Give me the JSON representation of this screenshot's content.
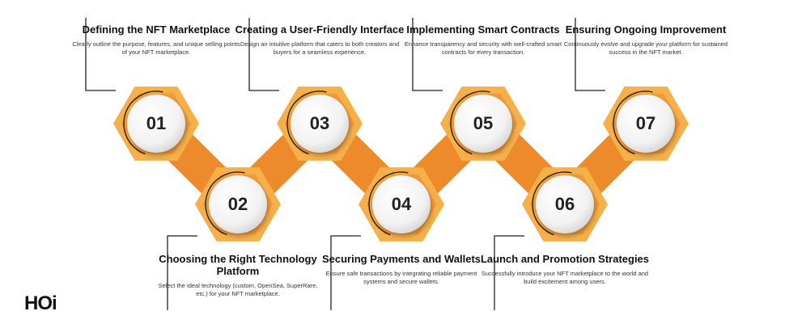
{
  "logo": {
    "text": "HOi"
  },
  "colors": {
    "light_orange": "#f6b04a",
    "dark_orange": "#ec8a2c",
    "connector_line": "#222222"
  },
  "steps": [
    {
      "number": "01",
      "title": "Defining the NFT Marketplace",
      "description": "Clearly outline the purpose, features, and unique selling points of your NFT marketplace."
    },
    {
      "number": "02",
      "title": "Choosing the Right Technology Platform",
      "description": "Select the ideal technology (custom, OpenSea, SuperRare, etc.) for your NFT marketplace."
    },
    {
      "number": "03",
      "title": "Creating a User-Friendly Interface",
      "description": "Design an intuitive platform that caters to both creators and buyers for a seamless experience."
    },
    {
      "number": "04",
      "title": "Securing Payments and Wallets",
      "description": "Ensure safe transactions by integrating reliable payment systems and secure wallets."
    },
    {
      "number": "05",
      "title": "Implementing Smart Contracts",
      "description": "Enhance transparency and security with well-crafted smart contracts for every transaction."
    },
    {
      "number": "06",
      "title": "Launch and Promotion Strategies",
      "description": "Successfully introduce your NFT marketplace to the world and build excitement among users."
    },
    {
      "number": "07",
      "title": "Ensuring Ongoing Improvement",
      "description": "Continuously evolve and upgrade your platform for sustained success in the NFT market."
    }
  ]
}
